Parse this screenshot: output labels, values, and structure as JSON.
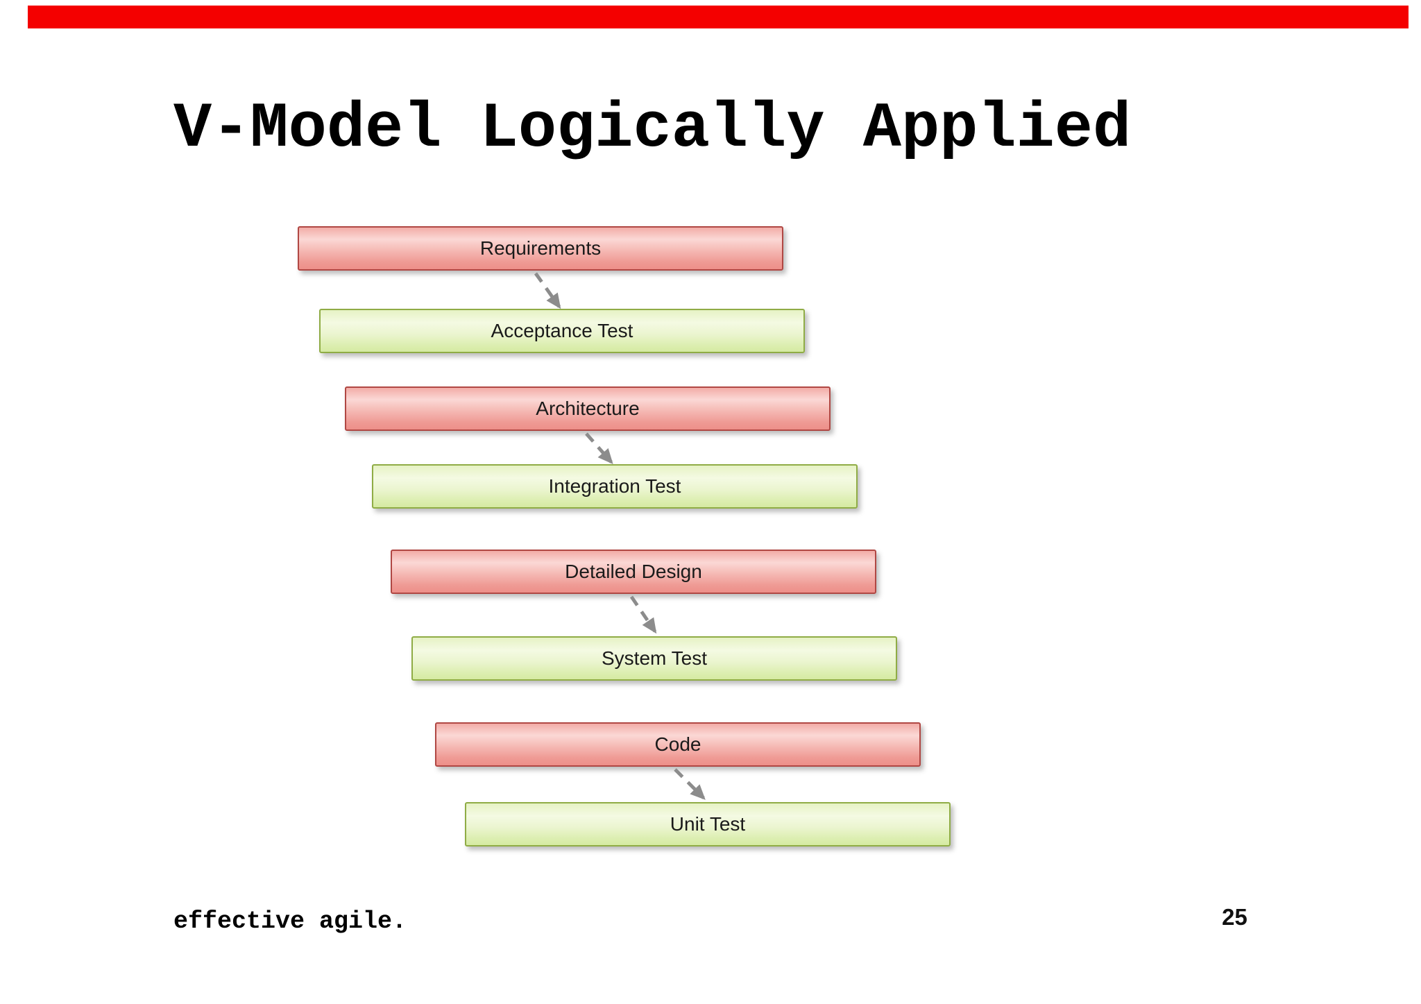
{
  "slide": {
    "title": "V-Model Logically Applied",
    "top_bar": {
      "color": "#f40000"
    },
    "footer": {
      "brand": "effective agile.",
      "page_number": "25"
    },
    "diagram": {
      "arrow_color": "#8c8c8c",
      "design_box_style": {
        "fill_top": "#fbd8d5",
        "fill_bottom": "#ed8f89",
        "border": "#b04743"
      },
      "test_box_style": {
        "fill_top": "#f4fae3",
        "fill_bottom": "#d5eaa2",
        "border": "#8fac45"
      },
      "boxes": [
        {
          "label": "Requirements",
          "kind": "design"
        },
        {
          "label": "Acceptance Test",
          "kind": "test"
        },
        {
          "label": "Architecture",
          "kind": "design"
        },
        {
          "label": "Integration Test",
          "kind": "test"
        },
        {
          "label": "Detailed Design",
          "kind": "design"
        },
        {
          "label": "System Test",
          "kind": "test"
        },
        {
          "label": "Code",
          "kind": "design"
        },
        {
          "label": "Unit Test",
          "kind": "test"
        }
      ],
      "arrows": [
        {
          "from": "Requirements",
          "to": "Acceptance Test"
        },
        {
          "from": "Architecture",
          "to": "Integration Test"
        },
        {
          "from": "Detailed Design",
          "to": "System Test"
        },
        {
          "from": "Code",
          "to": "Unit Test"
        }
      ]
    }
  }
}
